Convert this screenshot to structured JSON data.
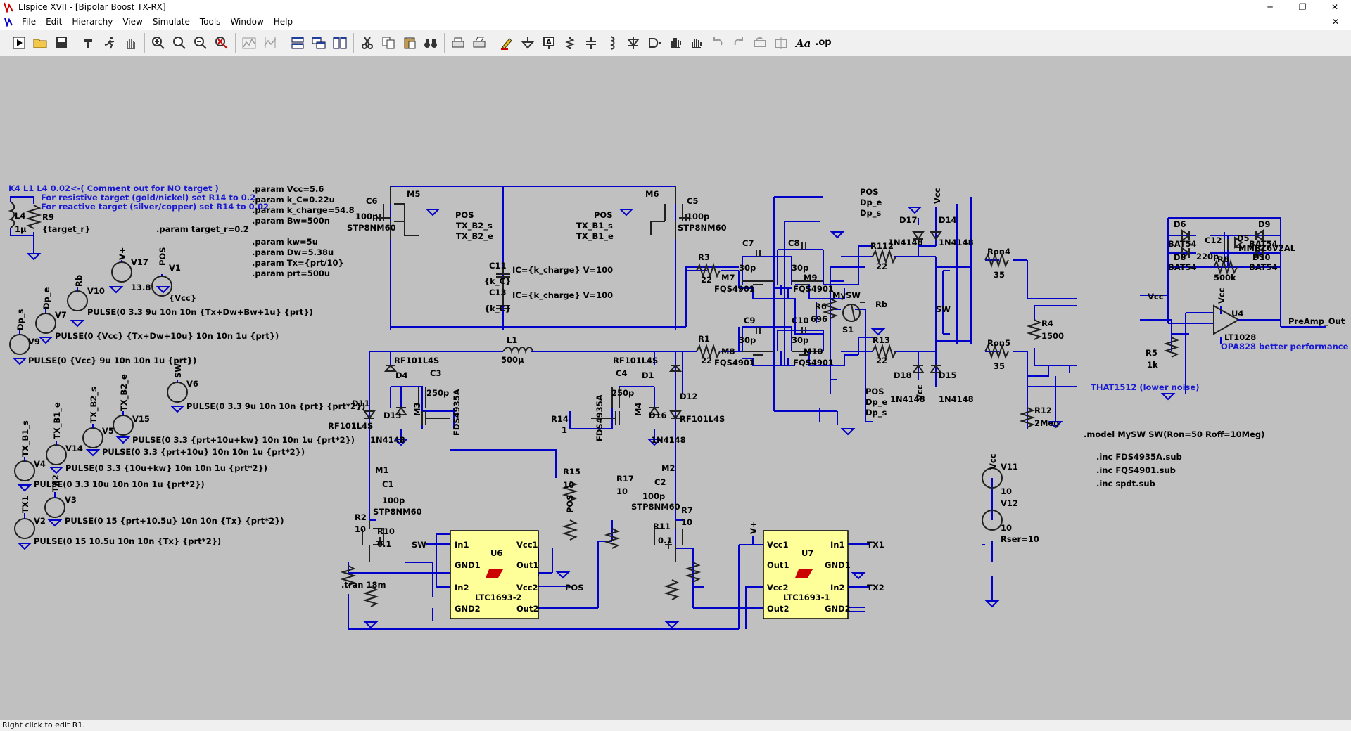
{
  "window": {
    "title": "LTspice XVII - [Bipolar Boost TX-RX]",
    "min": "─",
    "max": "❐",
    "close": "✕"
  },
  "menu": [
    "File",
    "Edit",
    "Hierarchy",
    "View",
    "Simulate",
    "Tools",
    "Window",
    "Help"
  ],
  "menu_close": "✕",
  "toolbar_last": ".op",
  "status": "Right click to edit R1.",
  "directives": {
    "k": "K4 L1 L4 0.02<-( Comment out for NO target )",
    "k2": "For resistive target (gold/nickel) set R14 to 0.2",
    "k3": "For reactive target (silver/copper) set R14 to 0.02",
    "p1": ".param Vcc=5.6",
    "p2": ".param k_C=0.22u",
    "p3": ".param k_charge=54.8",
    "p4": ".param Bw=500n",
    "p5": ".param kw=5u",
    "p6": ".param Dw=5.38u",
    "p7": ".param Tx={prt/10}",
    "p8": ".param prt=500u",
    "tr": ".param target_r=0.2",
    "tran": ".tran 18m",
    "model": ".model MySW SW(Ron=50 Roff=10Meg)",
    "inc1": ".inc FDS4935A.sub",
    "inc2": ".inc FQS4901.sub",
    "inc3": ".inc spdt.sub"
  },
  "sources": {
    "v17": "V17",
    "v17v": "13.8",
    "v1": "V1",
    "v1v": "{Vcc}",
    "v10": "V10",
    "v10p": "PULSE(0 3.3 9u 10n 10n {Tx+Dw+Bw+1u} {prt})",
    "v7": "V7",
    "v7p": "PULSE(0 {Vcc} {Tx+Dw+10u} 10n 10n 1u {prt})",
    "v9": "V9",
    "v9p": "PULSE(0 {Vcc} 9u 10n 10n 1u {prt})",
    "v6": "V6",
    "v6p": "PULSE(0 3.3 9u 10n 10n {prt} {prt*2})",
    "v15": "V15",
    "v15p": "PULSE(0 3.3 {prt+10u+kw} 10n 10n 1u {prt*2})",
    "v5": "V5",
    "v5p": "PULSE(0 3.3 {prt+10u} 10n 10n 1u {prt*2})",
    "v14": "V14",
    "v14p": "PULSE(0 3.3 {10u+kw} 10n 10n 1u {prt*2})",
    "v4": "V4",
    "v4p": "PULSE(0 3.3 10u 10n 10n 1u {prt*2})",
    "v3": "V3",
    "v3p": "PULSE(0 15 {prt+10.5u} 10n 10n {Tx} {prt*2})",
    "v2": "V2",
    "v2p": "PULSE(0 15 10.5u 10n 10n {Tx} {prt*2})",
    "v11": "V11",
    "v11v": "10",
    "v12": "V12",
    "v12v": "10",
    "rser": "Rser=10"
  },
  "nets": {
    "vplus": "V+",
    "pos": "POS",
    "rb": "Rb",
    "dpe": "Dp_e",
    "dps": "Dp_s",
    "sw": "SW",
    "tx1": "TX1",
    "tx2": "TX2",
    "txb1s": "TX_B1_s",
    "txb1e": "TX_B1_e",
    "txb2s": "TX_B2_s",
    "txb2e": "TX_B2_e",
    "vcc": "Vcc",
    "preamp": "PreAmp_Out"
  },
  "parts": {
    "l4": "L4",
    "l4v": "1µ",
    "r9": "R9",
    "r9v": "{target_r}",
    "c6": "C6",
    "c6v": "100p",
    "m5": "M5",
    "stp": "STP8NM60",
    "m6": "M6",
    "c5": "C5",
    "c5v": "100p",
    "c11": "C11",
    "c11ic": "IC={k_charge} V=100",
    "kc": "{k_C}",
    "c13": "C13",
    "c13ic": "IC={k_charge} V=100",
    "l1": "L1",
    "l1v": "500µ",
    "rf": "RF101L4S",
    "d4": "D4",
    "d1": "D1",
    "c3": "C3",
    "c3v": "250p",
    "c4": "C4",
    "c4v": "250p",
    "m3": "M3",
    "m4": "M4",
    "fds": "FDS4935A",
    "d11": "D11",
    "d12": "D12",
    "d13": "D13",
    "d16": "D16",
    "n4148": "1N4148",
    "r14": "R14",
    "r14v": "1",
    "r15": "R15",
    "r15v": "10",
    "r17": "R17",
    "r17v": "10",
    "m1": "M1",
    "c1": "C1",
    "c1v": "100p",
    "r2": "R2",
    "r2v": "10",
    "r10": "R10",
    "r10v": "0.1",
    "m2": "M2",
    "c2": "C2",
    "c2v": "100p",
    "r7": "R7",
    "r7v": "10",
    "r11": "R11",
    "r11v": "0.1",
    "u6": "U6",
    "u7": "U7",
    "ltc2": "LTC1693-2",
    "ltc1": "LTC1693-1",
    "in1": "In1",
    "in2": "In2",
    "gnd1": "GND1",
    "gnd2": "GND2",
    "vcc1": "Vcc1",
    "vcc2": "Vcc2",
    "out1": "Out1",
    "out2": "Out2",
    "r3": "R3",
    "r3v": "22",
    "r1": "R1",
    "r1v": "22",
    "c7": "C7",
    "c8": "C8",
    "c9": "C9",
    "c10": "C10",
    "c30": "30p",
    "m7": "M7",
    "m8": "M8",
    "m9": "M9",
    "m10": "M10",
    "fqs": "FQS4901",
    "r6": "R6",
    "r6v": "696",
    "mysw": "MySW",
    "s1": "S1",
    "r112": "R112",
    "r112v": "22",
    "r13": "R13",
    "r13v": "22",
    "d17": "D17",
    "d14": "D14",
    "d18": "D18",
    "d15": "D15",
    "ron4": "Ron4",
    "ron4v": "35",
    "ron5": "Ron5",
    "ron5v": "35",
    "r4": "R4",
    "r4v": "1500",
    "r12": "R12",
    "r12v": "2Meg",
    "d6": "D6",
    "d9": "D9",
    "d5": "D5",
    "d8": "D8",
    "d10": "D10",
    "bat": "BAT54",
    "mmbz": "MMBZ6V2AL",
    "c12": "C12",
    "c12v": "220p",
    "r8": "R8",
    "r8v": "500k",
    "u4": "U4",
    "lt1028": "LT1028",
    "opa": "OPA828 better performance",
    "r5": "R5",
    "r5v": "1k",
    "that": "THAT1512 (lower noise)"
  }
}
